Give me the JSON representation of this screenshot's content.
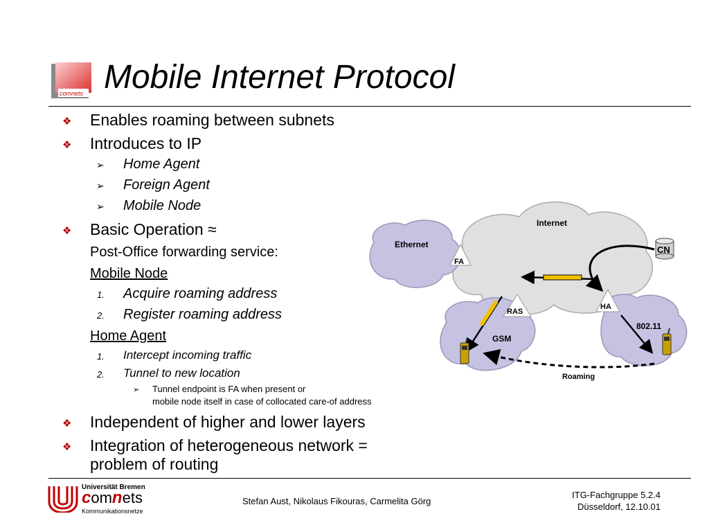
{
  "slide": {
    "title": "Mobile Internet Protocol",
    "logo_text": "comnets"
  },
  "content": {
    "b1": "Enables roaming between subnets",
    "b2": "Introduces to IP",
    "b2_subs": [
      "Home Agent",
      "Foreign Agent",
      "Mobile Node"
    ],
    "b3": "Basic Operation ≈",
    "b3_line": "Post-Office forwarding service:",
    "mn_heading": "Mobile Node",
    "mn_steps": [
      "Acquire roaming address",
      "Register roaming address"
    ],
    "ha_heading": "Home Agent",
    "ha_steps": [
      "Intercept incoming traffic",
      "Tunnel to new location"
    ],
    "tunnel_note_1": "Tunnel endpoint is FA when present or",
    "tunnel_note_2": "mobile node itself in case of collocated care-of address",
    "b4": "Independent of higher and lower layers",
    "b5_l1": "Integration of heterogeneous network =",
    "b5_l2": "problem of routing",
    "numerals": [
      "1.",
      "2."
    ]
  },
  "diagram": {
    "internet": "Internet",
    "ethernet": "Ethernet",
    "fa": "FA",
    "cn": "CN",
    "ras": "RAS",
    "ha": "HA",
    "wlan": "802.11",
    "gsm": "GSM",
    "roaming": "Roaming"
  },
  "footer": {
    "uni": "Universität Bremen",
    "brand_c": "c",
    "brand_om": "om",
    "brand_n": "n",
    "brand_ets": "ets",
    "dept": "Kommunikationsnetze",
    "authors": "Stefan Aust, Nikolaus Fikouras, Carmelita Görg",
    "group": "ITG-Fachgruppe 5.2.4",
    "place_date": "Düsseldorf, 12.10.01"
  },
  "colors": {
    "bullet_red": "#b00000",
    "cloud_gray": "#e0e0e0",
    "cloud_lavender": "#c6c2e2",
    "tunnel_yellow": "#f2c200",
    "logo_red": "#d93030"
  }
}
